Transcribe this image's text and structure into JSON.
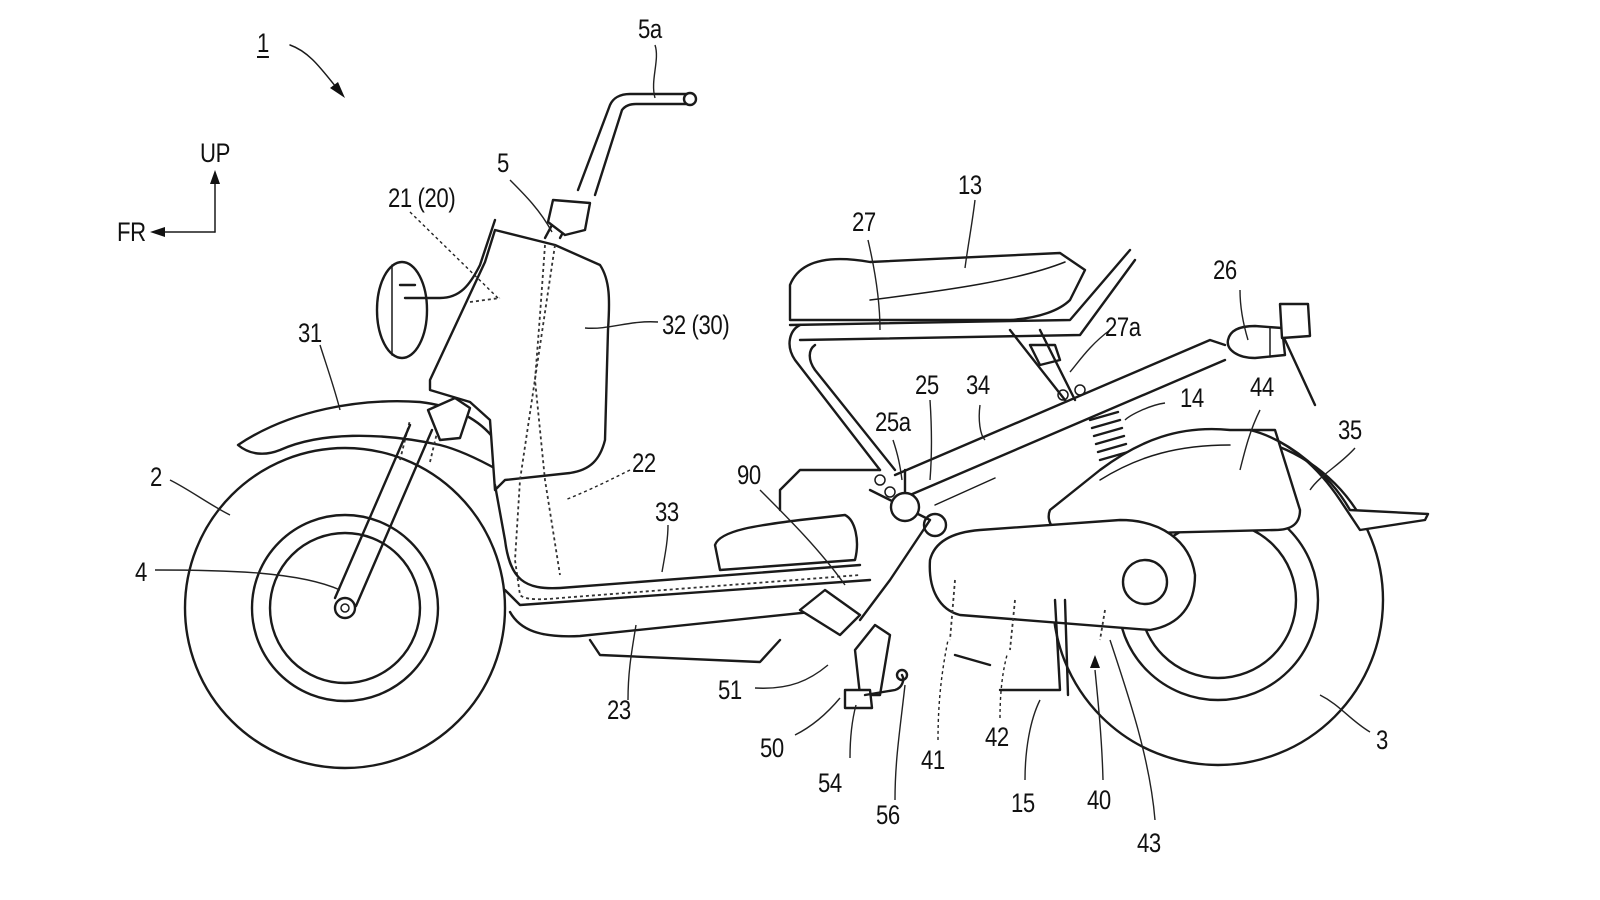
{
  "figure": {
    "reference_number": "1",
    "orientation": {
      "up": "UP",
      "front": "FR"
    },
    "labels": {
      "l5a": "5a",
      "l5": "5",
      "l21": "21 (20)",
      "l32": "32 (30)",
      "l31": "31",
      "l2": "2",
      "l4": "4",
      "l22": "22",
      "l33": "33",
      "l23": "23",
      "l90": "90",
      "l51": "51",
      "l50": "50",
      "l54": "54",
      "l56": "56",
      "l41": "41",
      "l42": "42",
      "l15": "15",
      "l40": "40",
      "l43": "43",
      "l3": "3",
      "l13": "13",
      "l27": "27",
      "l27a": "27a",
      "l25": "25",
      "l25a": "25a",
      "l34": "34",
      "l14": "14",
      "l44": "44",
      "l26": "26",
      "l35": "35"
    }
  }
}
